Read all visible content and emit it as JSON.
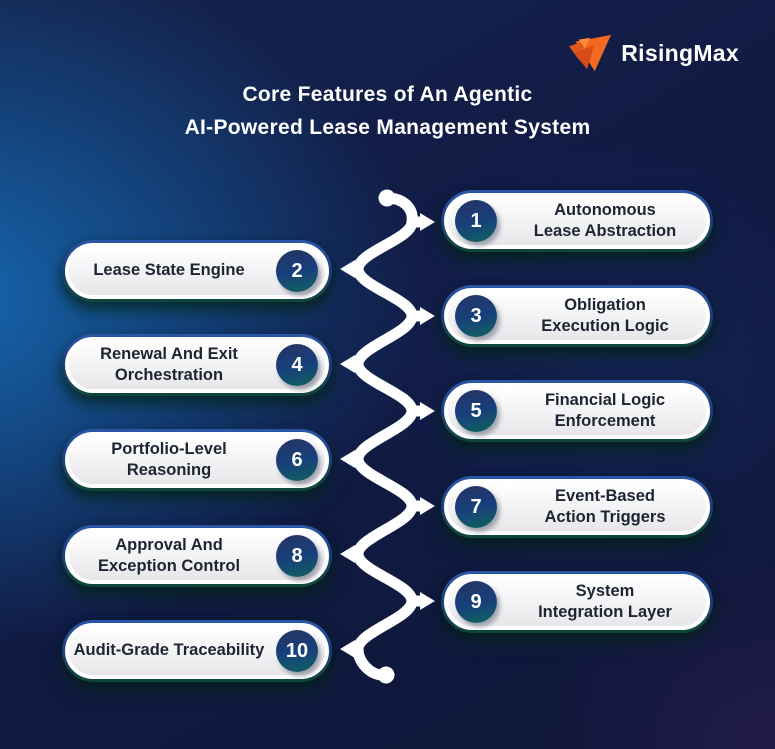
{
  "brand": {
    "name": "RisingMax",
    "logo_color": "#F26A21",
    "logo_color_dark": "#D84A18"
  },
  "title": {
    "line1": "Core Features of An Agentic",
    "line2": "AI-Powered Lease Management System"
  },
  "features": [
    {
      "number": "1",
      "label": "Autonomous\nLease Abstraction",
      "side": "right"
    },
    {
      "number": "2",
      "label": "Lease State Engine",
      "side": "left"
    },
    {
      "number": "3",
      "label": "Obligation\nExecution Logic",
      "side": "right"
    },
    {
      "number": "4",
      "label": "Renewal And Exit\nOrchestration",
      "side": "left"
    },
    {
      "number": "5",
      "label": "Financial Logic\nEnforcement",
      "side": "right"
    },
    {
      "number": "6",
      "label": "Portfolio-Level\nReasoning",
      "side": "left"
    },
    {
      "number": "7",
      "label": "Event-Based\nAction Triggers",
      "side": "right"
    },
    {
      "number": "8",
      "label": "Approval And\nException Control",
      "side": "left"
    },
    {
      "number": "9",
      "label": "System\nIntegration Layer",
      "side": "right"
    },
    {
      "number": "10",
      "label": "Audit-Grade Traceability",
      "side": "left"
    }
  ],
  "colors": {
    "background_navy": "#111B44",
    "background_blue_glow": "#166CB7",
    "pill_fill": "#F2F2F4",
    "pill_ring_top": "#2B57A8",
    "pill_ring_bottom": "#0F4636",
    "badge_navy": "#17407C",
    "badge_teal": "#0F655C",
    "text_dark": "#1D2533",
    "text_light": "#FFFFFF",
    "connector_white": "#FFFFFF"
  }
}
